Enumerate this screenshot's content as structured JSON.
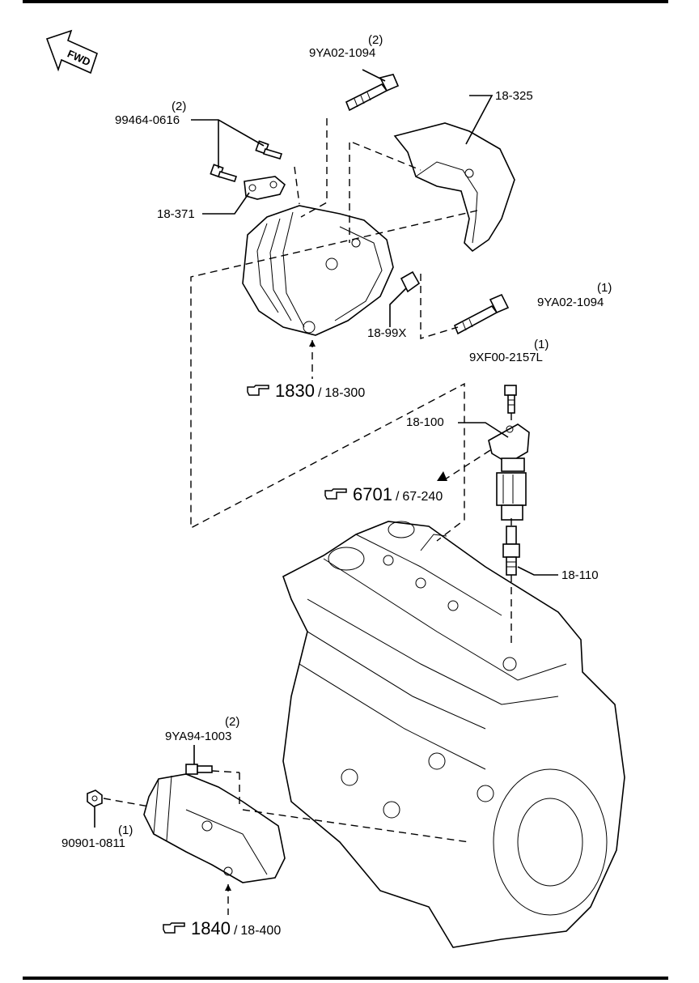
{
  "orientation": {
    "label": "FWD",
    "icon": "fwd-arrow-icon"
  },
  "parts": [
    {
      "id": "p1",
      "part_no": "9YA02-1094",
      "qty": "(2)"
    },
    {
      "id": "p2",
      "part_no": "99464-0616",
      "qty": "(2)"
    },
    {
      "id": "p3",
      "part_no": "18-325"
    },
    {
      "id": "p4",
      "part_no": "18-371"
    },
    {
      "id": "p5",
      "part_no": "9YA02-1094",
      "qty": "(1)"
    },
    {
      "id": "p6",
      "part_no": "18-99X"
    },
    {
      "id": "p7",
      "part_no": "9XF00-2157L",
      "qty": "(1)"
    },
    {
      "id": "p8",
      "part_no": "18-100"
    },
    {
      "id": "p9",
      "part_no": "18-110"
    },
    {
      "id": "p10",
      "part_no": "9YA94-1003",
      "qty": "(2)"
    },
    {
      "id": "p11",
      "part_no": "90901-0811",
      "qty": "(1)"
    }
  ],
  "references": [
    {
      "id": "r1",
      "fig": "1830",
      "sep": "/",
      "sub": "18-300",
      "icon": "pointing-hand-icon"
    },
    {
      "id": "r2",
      "fig": "6701",
      "sep": "/",
      "sub": "67-240",
      "icon": "pointing-hand-icon"
    },
    {
      "id": "r3",
      "fig": "1840",
      "sep": "/",
      "sub": "18-400",
      "icon": "pointing-hand-icon"
    }
  ]
}
